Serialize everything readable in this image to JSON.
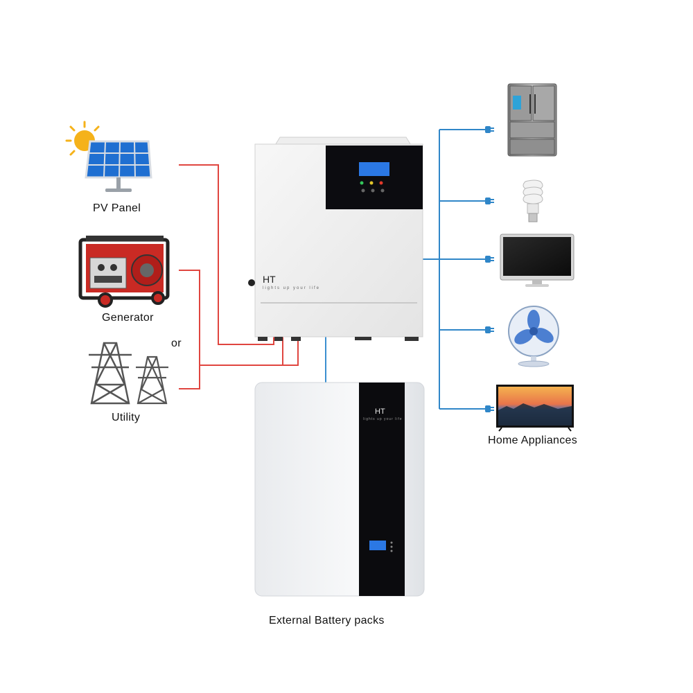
{
  "labels": {
    "pv_panel": "PV Panel",
    "generator": "Generator",
    "or": "or",
    "utility": "Utility",
    "home_appliances": "Home Appliances",
    "external_battery": "External Battery packs"
  },
  "brand": {
    "logo": "HT",
    "slogan": "lights up your life"
  },
  "colors": {
    "input_line": "#e0453f",
    "output_line": "#2f86c8",
    "battery_line": "#3a8fd0"
  },
  "icons": [
    "solar-panel-icon",
    "generator-icon",
    "power-tower-icon",
    "refrigerator-icon",
    "light-bulb-icon",
    "monitor-icon",
    "fan-icon",
    "tv-icon",
    "inverter-icon",
    "battery-pack-icon",
    "plug-icon"
  ]
}
